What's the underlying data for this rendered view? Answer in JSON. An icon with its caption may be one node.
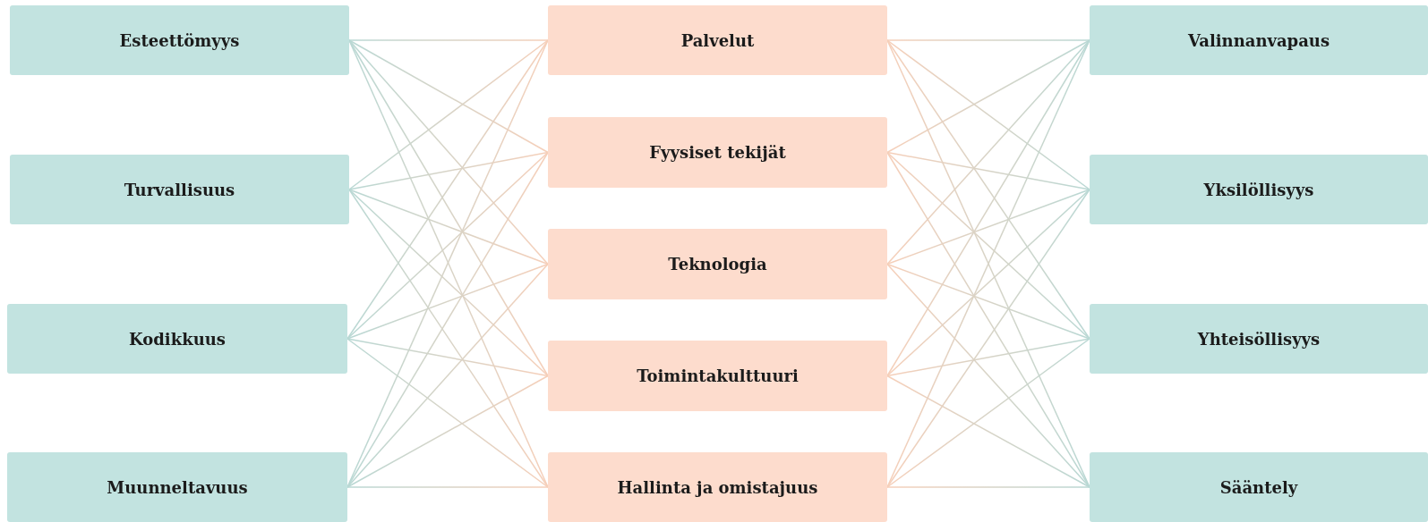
{
  "diagram": {
    "nodes": [
      {
        "text": [
          "Esteettömyys"
        ]
      },
      {
        "text": [
          "Turvallisuus"
        ]
      },
      {
        "text": [
          "Kodikkuus"
        ]
      },
      {
        "text": [
          "Muunneltavuus"
        ]
      },
      {
        "text": [
          "Palvelut"
        ]
      },
      {
        "text": [
          "Fyysiset tekijät"
        ]
      },
      {
        "text": [
          "Teknologia"
        ]
      },
      {
        "text": [
          "Toimintakulttuuri"
        ]
      },
      {
        "text": [
          "Hallinta ja omistajuus"
        ]
      },
      {
        "text": [
          "Valinnanvapaus"
        ]
      },
      {
        "text": [
          "Yksilöllisyys"
        ]
      },
      {
        "text": [
          "Yhteisöllisyys"
        ]
      },
      {
        "text": [
          "Sääntely"
        ]
      }
    ],
    "edges": [
      {
        "from": 0,
        "to": 4,
        "arrow": "none"
      },
      {
        "from": 0,
        "to": 5,
        "arrow": "none"
      },
      {
        "from": 0,
        "to": 6,
        "arrow": "none"
      },
      {
        "from": 0,
        "to": 7,
        "arrow": "none"
      },
      {
        "from": 0,
        "to": 8,
        "arrow": "none"
      },
      {
        "from": 1,
        "to": 4,
        "arrow": "none"
      },
      {
        "from": 1,
        "to": 5,
        "arrow": "none"
      },
      {
        "from": 1,
        "to": 6,
        "arrow": "none"
      },
      {
        "from": 1,
        "to": 7,
        "arrow": "none"
      },
      {
        "from": 1,
        "to": 8,
        "arrow": "none"
      },
      {
        "from": 2,
        "to": 4,
        "arrow": "none"
      },
      {
        "from": 2,
        "to": 5,
        "arrow": "none"
      },
      {
        "from": 2,
        "to": 6,
        "arrow": "none"
      },
      {
        "from": 2,
        "to": 7,
        "arrow": "none"
      },
      {
        "from": 2,
        "to": 8,
        "arrow": "none"
      },
      {
        "from": 3,
        "to": 4,
        "arrow": "none"
      },
      {
        "from": 3,
        "to": 5,
        "arrow": "none"
      },
      {
        "from": 3,
        "to": 6,
        "arrow": "none"
      },
      {
        "from": 3,
        "to": 7,
        "arrow": "none"
      },
      {
        "from": 3,
        "to": 8,
        "arrow": "none"
      },
      {
        "from": 4,
        "to": 9,
        "arrow": "none"
      },
      {
        "from": 4,
        "to": 10,
        "arrow": "none"
      },
      {
        "from": 4,
        "to": 11,
        "arrow": "none"
      },
      {
        "from": 4,
        "to": 12,
        "arrow": "none"
      },
      {
        "from": 5,
        "to": 9,
        "arrow": "none"
      },
      {
        "from": 5,
        "to": 10,
        "arrow": "none"
      },
      {
        "from": 5,
        "to": 11,
        "arrow": "none"
      },
      {
        "from": 5,
        "to": 12,
        "arrow": "none"
      },
      {
        "from": 6,
        "to": 9,
        "arrow": "none"
      },
      {
        "from": 6,
        "to": 10,
        "arrow": "none"
      },
      {
        "from": 6,
        "to": 11,
        "arrow": "none"
      },
      {
        "from": 6,
        "to": 12,
        "arrow": "none"
      },
      {
        "from": 7,
        "to": 9,
        "arrow": "none"
      },
      {
        "from": 7,
        "to": 10,
        "arrow": "none"
      },
      {
        "from": 7,
        "to": 11,
        "arrow": "none"
      },
      {
        "from": 7,
        "to": 12,
        "arrow": "none"
      },
      {
        "from": 8,
        "to": 9,
        "arrow": "none"
      },
      {
        "from": 8,
        "to": 10,
        "arrow": "none"
      },
      {
        "from": 8,
        "to": 11,
        "arrow": "none"
      },
      {
        "from": 8,
        "to": 12,
        "arrow": "none"
      }
    ]
  }
}
